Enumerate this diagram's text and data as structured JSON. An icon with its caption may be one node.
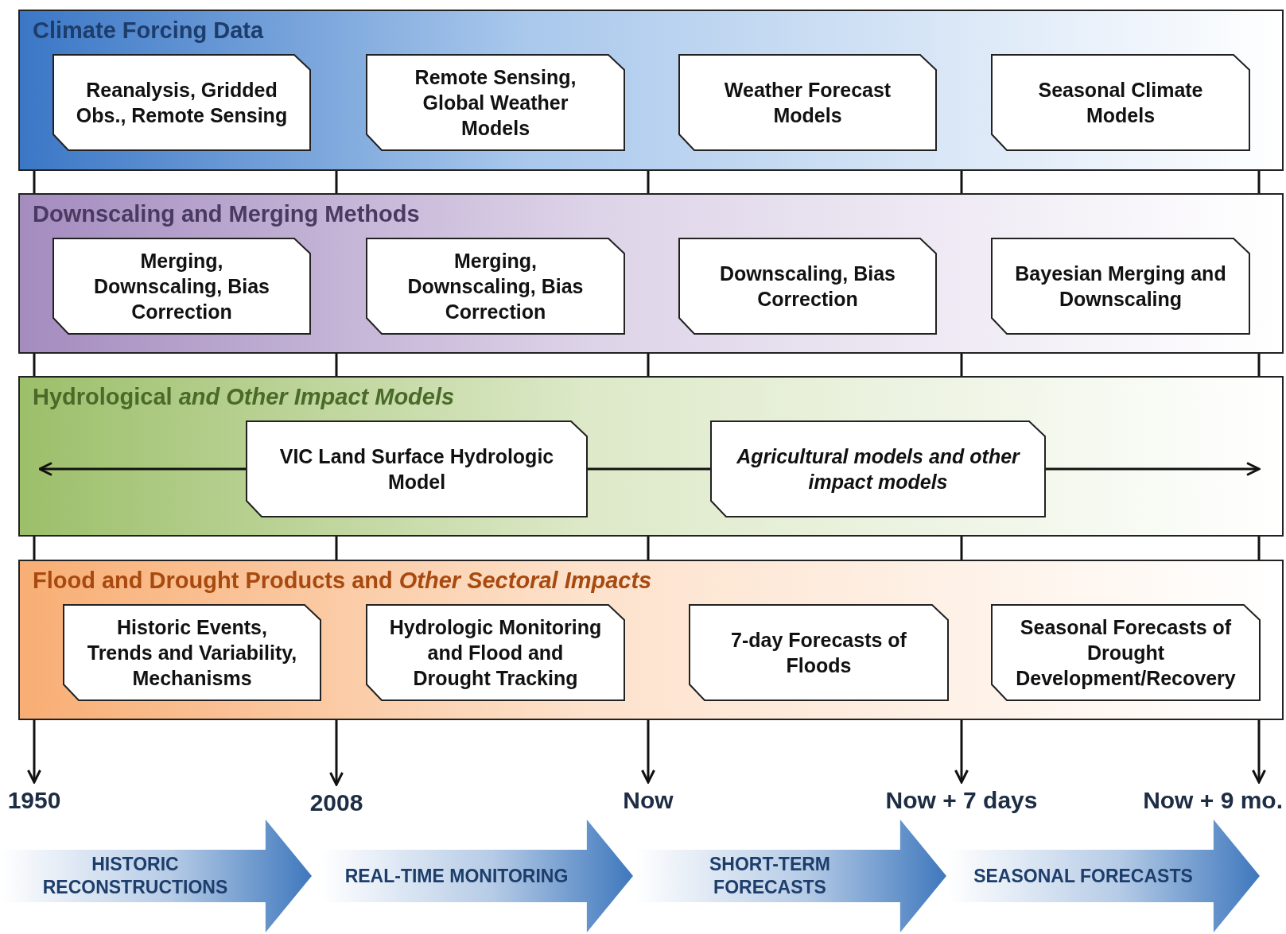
{
  "diagram": {
    "nodes": [
      {
        "text": [
          "Climate Forcing Data"
        ]
      },
      {
        "text": [
          "Reanalysis, Gridded Obs., Remote Sensing"
        ],
        "in": 0
      },
      {
        "text": [
          "Remote Sensing, Global Weather Models"
        ],
        "in": 0
      },
      {
        "text": [
          "Weather Forecast Models"
        ],
        "in": 0
      },
      {
        "text": [
          "Seasonal Climate Models"
        ],
        "in": 0
      },
      {
        "text": [
          "Downscaling and Merging Methods"
        ]
      },
      {
        "text": [
          "Merging, Downscaling, Bias Correction"
        ],
        "in": 5
      },
      {
        "text": [
          "Merging, Downscaling, Bias Correction"
        ],
        "in": 5
      },
      {
        "text": [
          "Downscaling, Bias Correction"
        ],
        "in": 5
      },
      {
        "text": [
          "Bayesian Merging and Downscaling"
        ],
        "in": 5
      },
      {
        "text": [
          "Hydrological *and Other Impact Models*"
        ]
      },
      {
        "text": [
          "VIC Land Surface Hydrologic Model"
        ],
        "in": 10
      },
      {
        "text": [
          "Agricultural models and other impact models"
        ],
        "in": 10
      },
      {
        "text": [
          "Flood and Drought Products and *Other Sectoral Impacts*"
        ]
      },
      {
        "text": [
          "Historic Events, Trends and Variability, Mechanisms"
        ],
        "in": 13
      },
      {
        "text": [
          "Hydrologic Monitoring and Flood and Drought Tracking"
        ],
        "in": 13
      },
      {
        "text": [
          "7-day Forecasts of Floods"
        ],
        "in": 13
      },
      {
        "text": [
          "Seasonal Forecasts of Drought Development/Recovery"
        ],
        "in": 13
      },
      {
        "text": [
          "1950"
        ]
      },
      {
        "text": [
          "2008"
        ]
      },
      {
        "text": [
          "Now"
        ]
      },
      {
        "text": [
          "Now + 7 days"
        ]
      },
      {
        "text": [
          "Now + 9 mo."
        ]
      },
      {
        "text": [
          "HISTORIC RECONSTRUCTIONS"
        ]
      },
      {
        "text": [
          "REAL-TIME MONITORING"
        ]
      },
      {
        "text": [
          "SHORT-TERM FORECASTS"
        ]
      },
      {
        "text": [
          "SEASONAL FORECASTS"
        ]
      }
    ],
    "edges": [
      {
        "from": 0,
        "to": 18,
        "arrow": "to"
      },
      {
        "from": 0,
        "to": 19,
        "arrow": "to"
      },
      {
        "from": 0,
        "to": 20,
        "arrow": "to"
      },
      {
        "from": 0,
        "to": 21,
        "arrow": "to"
      },
      {
        "from": 0,
        "to": 22,
        "arrow": "to"
      },
      {
        "from": 11,
        "to": null,
        "arrow": "to"
      },
      {
        "from": 11,
        "to": 12,
        "arrow": "none"
      },
      {
        "from": 12,
        "to": null,
        "arrow": "to"
      }
    ]
  }
}
